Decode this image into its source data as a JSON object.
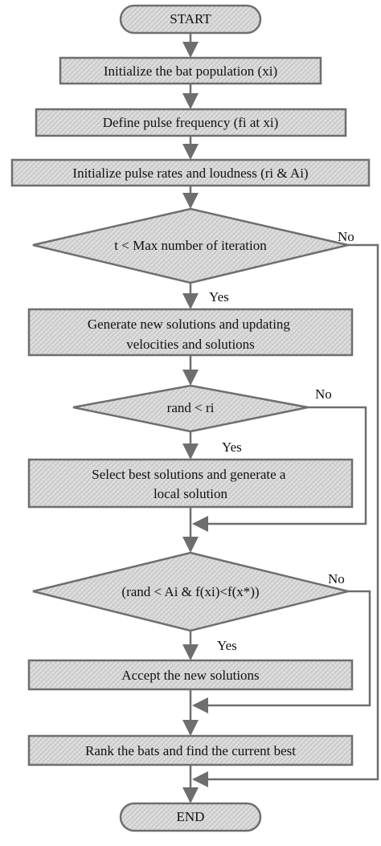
{
  "diagram": {
    "colors": {
      "stroke": "#6e6e6e",
      "fill": "#dedede",
      "hatch": "#bdbdbd",
      "text": "#111111",
      "background": "#ffffff"
    },
    "nodes": {
      "start": {
        "lines": [
          "START"
        ]
      },
      "init_population": {
        "lines": [
          "Initialize the bat population (xi)"
        ]
      },
      "define_frequency": {
        "lines": [
          "Define pulse frequency (fi at xi)"
        ]
      },
      "init_rates": {
        "lines": [
          "Initialize pulse rates and loudness (ri & Ai)"
        ]
      },
      "decision_iteration": {
        "lines": [
          "t < Max number of iteration"
        ]
      },
      "generate_solutions": {
        "lines": [
          "Generate new solutions and updating",
          "velocities and solutions"
        ]
      },
      "decision_rand": {
        "lines": [
          "rand < ri"
        ]
      },
      "select_best": {
        "lines": [
          "Select best solutions and generate a",
          "local solution"
        ]
      },
      "decision_accept": {
        "lines": [
          "(rand < Ai & f(xi)<f(x*))"
        ]
      },
      "accept_solutions": {
        "lines": [
          "Accept the new solutions"
        ]
      },
      "rank_bats": {
        "lines": [
          "Rank the bats and find the current best"
        ]
      },
      "end": {
        "lines": [
          "END"
        ]
      }
    },
    "labels": {
      "yes": "Yes",
      "no": "No"
    }
  }
}
